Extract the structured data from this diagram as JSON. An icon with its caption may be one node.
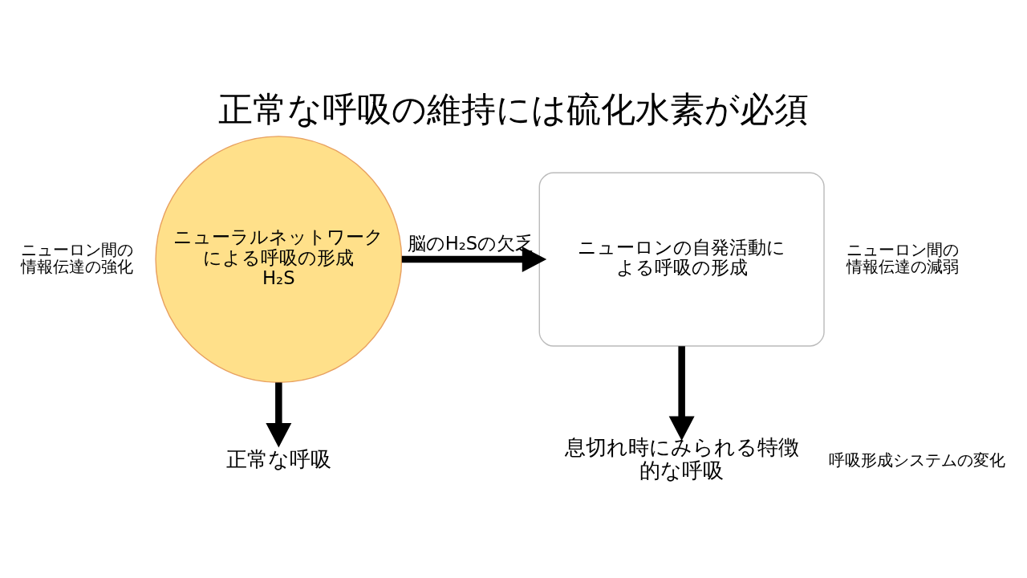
{
  "diagram": {
    "title": "正常な呼吸の維持には硫化水素が必須",
    "nodes": [
      {
        "text": [
          "ニューラルネットワークによる呼吸の形成",
          "H₂S"
        ],
        "beside": [
          "ニューロン間の情報伝達の強化"
        ]
      },
      {
        "text": [
          "ニューロンの自発活動による呼吸の形成"
        ],
        "beside": [
          "ニューロン間の情報伝達の減弱"
        ]
      },
      {
        "text": [
          "正常な呼吸"
        ]
      },
      {
        "text": [
          "息切れ時にみられる特徴的な呼吸"
        ]
      }
    ],
    "edges": [
      {
        "from": 0,
        "to": 1,
        "arrow": "to",
        "label": "脳のH₂Sの欠乏"
      },
      {
        "from": 0,
        "to": 2,
        "arrow": "to"
      },
      {
        "from": 1,
        "to": 3,
        "arrow": "to"
      }
    ],
    "labels": [
      "呼吸形成システムの変化"
    ]
  }
}
